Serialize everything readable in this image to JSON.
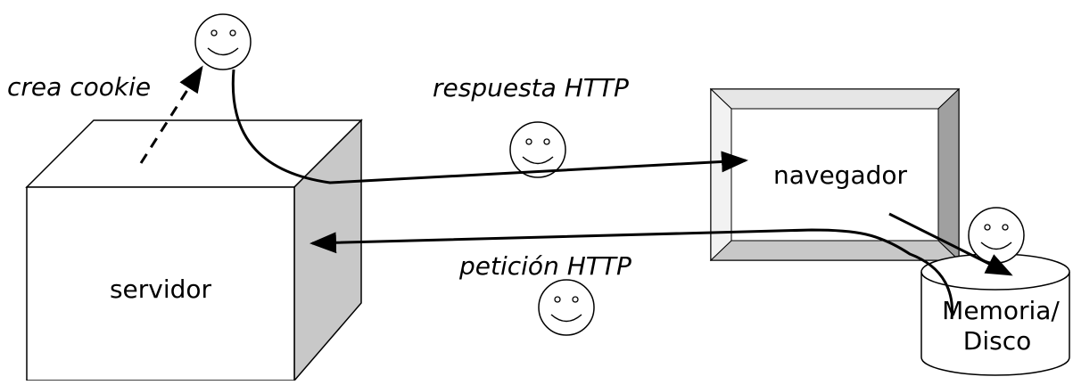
{
  "labels": {
    "crea_cookie": "crea cookie",
    "respuesta": "respuesta HTTP",
    "peticion": "petición HTTP",
    "servidor": "servidor",
    "navegador": "navegador",
    "memoria": "Memoria/",
    "disco": "Disco"
  },
  "colors": {
    "stroke": "#000000",
    "fill": "#ffffff",
    "shade": "#c8c8c8",
    "shade_dark": "#a0a0a0",
    "shade_light": "#e6e6e6"
  }
}
